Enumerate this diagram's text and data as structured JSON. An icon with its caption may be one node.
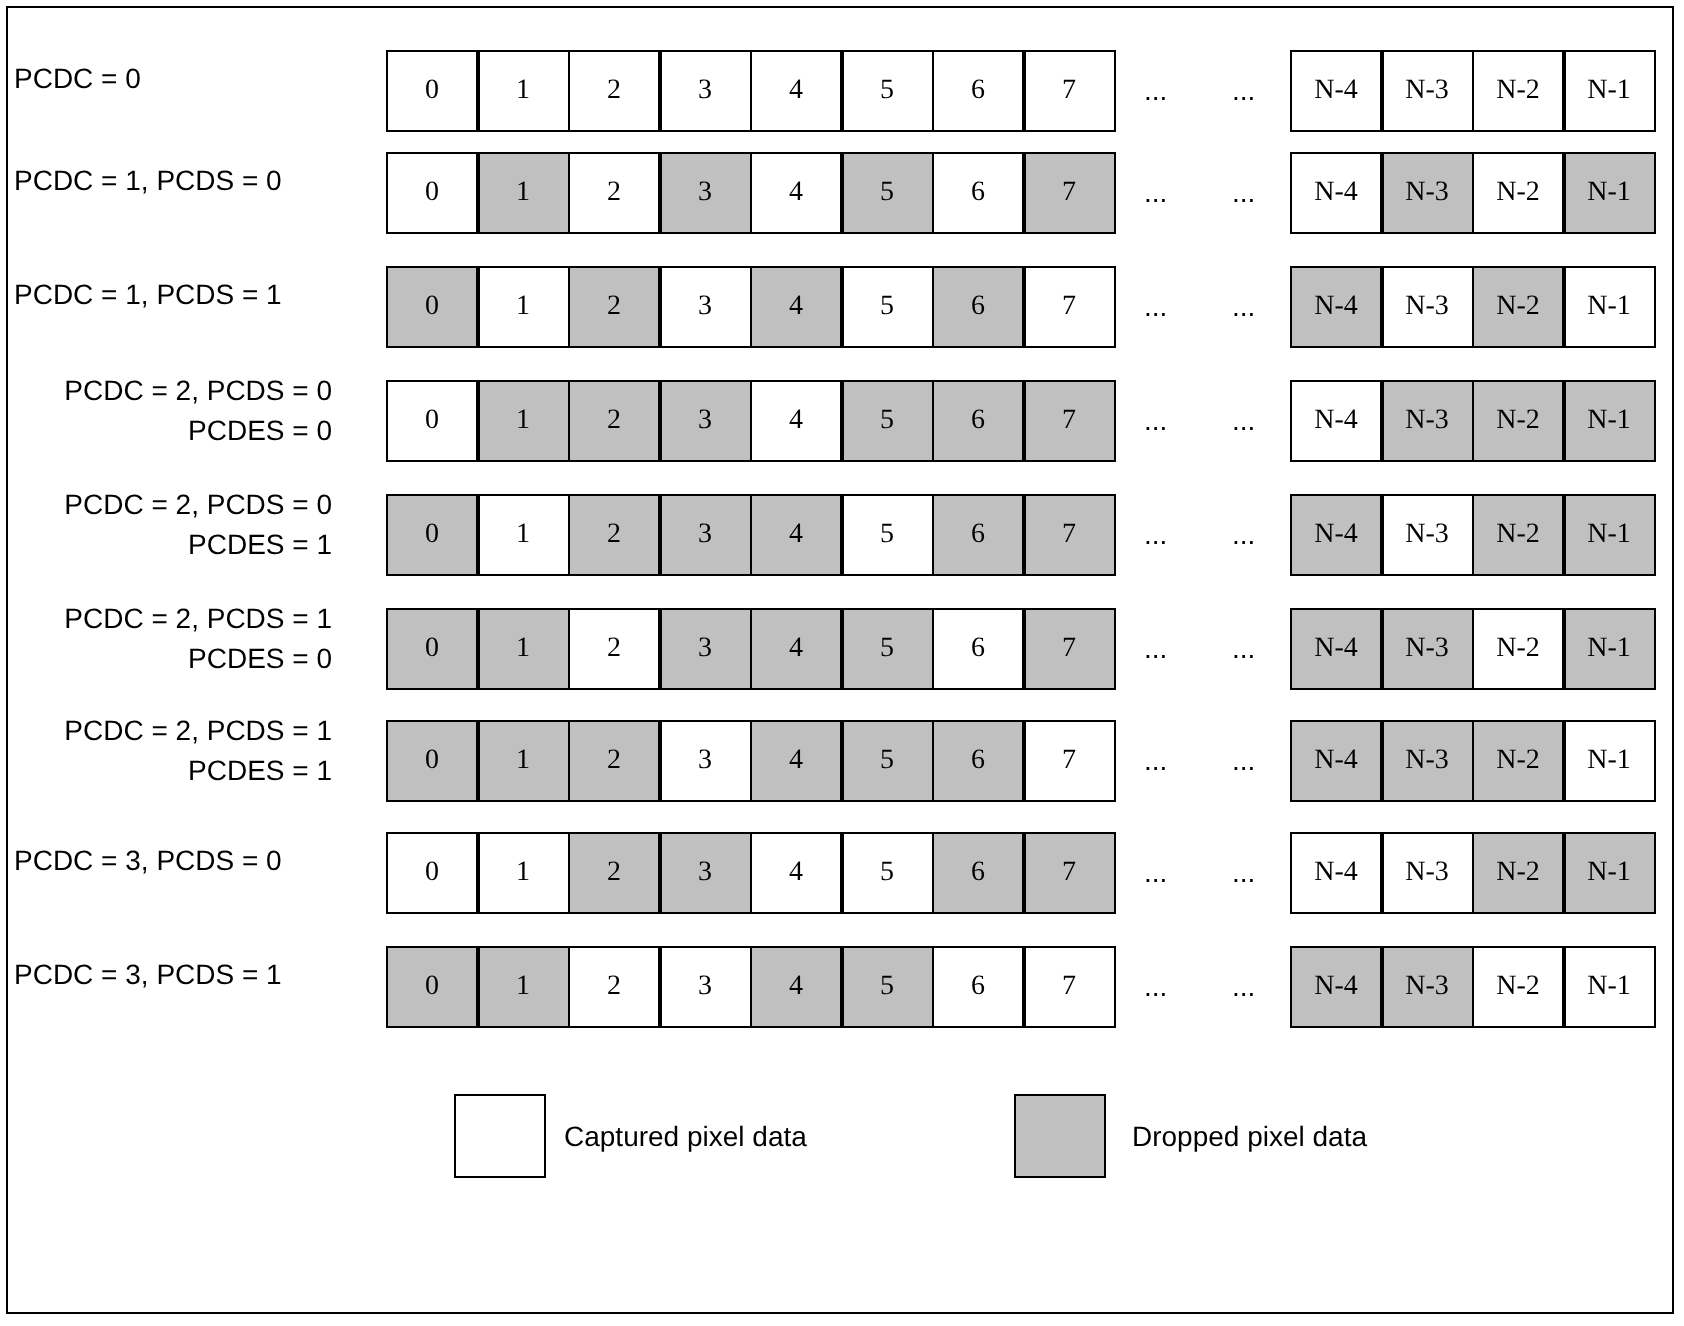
{
  "diagram": {
    "nodes": [
      {
        "text": [
          "0"
        ]
      },
      {
        "text": [
          "1"
        ]
      },
      {
        "text": [
          "2"
        ]
      },
      {
        "text": [
          "3"
        ]
      },
      {
        "text": [
          "4"
        ]
      },
      {
        "text": [
          "5"
        ]
      },
      {
        "text": [
          "6"
        ]
      },
      {
        "text": [
          "7"
        ]
      },
      {
        "text": [
          "N-4"
        ]
      },
      {
        "text": [
          "N-3"
        ]
      },
      {
        "text": [
          "N-2"
        ]
      },
      {
        "text": [
          "N-1"
        ]
      },
      {
        "text": [
          "0"
        ]
      },
      {
        "text": [
          "1"
        ]
      },
      {
        "text": [
          "2"
        ]
      },
      {
        "text": [
          "3"
        ]
      },
      {
        "text": [
          "4"
        ]
      },
      {
        "text": [
          "5"
        ]
      },
      {
        "text": [
          "6"
        ]
      },
      {
        "text": [
          "7"
        ]
      },
      {
        "text": [
          "N-4"
        ]
      },
      {
        "text": [
          "N-3"
        ]
      },
      {
        "text": [
          "N-2"
        ]
      },
      {
        "text": [
          "N-1"
        ]
      },
      {
        "text": [
          "0"
        ]
      },
      {
        "text": [
          "1"
        ]
      },
      {
        "text": [
          "2"
        ]
      },
      {
        "text": [
          "3"
        ]
      },
      {
        "text": [
          "4"
        ]
      },
      {
        "text": [
          "5"
        ]
      },
      {
        "text": [
          "6"
        ]
      },
      {
        "text": [
          "7"
        ]
      },
      {
        "text": [
          "N-4"
        ]
      },
      {
        "text": [
          "N-3"
        ]
      },
      {
        "text": [
          "N-2"
        ]
      },
      {
        "text": [
          "N-1"
        ]
      },
      {
        "text": [
          "0"
        ]
      },
      {
        "text": [
          "1"
        ]
      },
      {
        "text": [
          "2"
        ]
      },
      {
        "text": [
          "3"
        ]
      },
      {
        "text": [
          "4"
        ]
      },
      {
        "text": [
          "5"
        ]
      },
      {
        "text": [
          "6"
        ]
      },
      {
        "text": [
          "7"
        ]
      },
      {
        "text": [
          "N-4"
        ]
      },
      {
        "text": [
          "N-3"
        ]
      },
      {
        "text": [
          "N-2"
        ]
      },
      {
        "text": [
          "N-1"
        ]
      },
      {
        "text": [
          "0"
        ]
      },
      {
        "text": [
          "1"
        ]
      },
      {
        "text": [
          "2"
        ]
      },
      {
        "text": [
          "3"
        ]
      },
      {
        "text": [
          "4"
        ]
      },
      {
        "text": [
          "5"
        ]
      },
      {
        "text": [
          "6"
        ]
      },
      {
        "text": [
          "7"
        ]
      },
      {
        "text": [
          "N-4"
        ]
      },
      {
        "text": [
          "N-3"
        ]
      },
      {
        "text": [
          "N-2"
        ]
      },
      {
        "text": [
          "N-1"
        ]
      },
      {
        "text": [
          "0"
        ]
      },
      {
        "text": [
          "1"
        ]
      },
      {
        "text": [
          "2"
        ]
      },
      {
        "text": [
          "3"
        ]
      },
      {
        "text": [
          "4"
        ]
      },
      {
        "text": [
          "5"
        ]
      },
      {
        "text": [
          "6"
        ]
      },
      {
        "text": [
          "7"
        ]
      },
      {
        "text": [
          "N-4"
        ]
      },
      {
        "text": [
          "N-3"
        ]
      },
      {
        "text": [
          "N-2"
        ]
      },
      {
        "text": [
          "N-1"
        ]
      },
      {
        "text": [
          "0"
        ]
      },
      {
        "text": [
          "1"
        ]
      },
      {
        "text": [
          "2"
        ]
      },
      {
        "text": [
          "3"
        ]
      },
      {
        "text": [
          "4"
        ]
      },
      {
        "text": [
          "5"
        ]
      },
      {
        "text": [
          "6"
        ]
      },
      {
        "text": [
          "7"
        ]
      },
      {
        "text": [
          "N-4"
        ]
      },
      {
        "text": [
          "N-3"
        ]
      },
      {
        "text": [
          "N-2"
        ]
      },
      {
        "text": [
          "N-1"
        ]
      },
      {
        "text": [
          "0"
        ]
      },
      {
        "text": [
          "1"
        ]
      },
      {
        "text": [
          "2"
        ]
      },
      {
        "text": [
          "3"
        ]
      },
      {
        "text": [
          "4"
        ]
      },
      {
        "text": [
          "5"
        ]
      },
      {
        "text": [
          "6"
        ]
      },
      {
        "text": [
          "7"
        ]
      },
      {
        "text": [
          "N-4"
        ]
      },
      {
        "text": [
          "N-3"
        ]
      },
      {
        "text": [
          "N-2"
        ]
      },
      {
        "text": [
          "N-1"
        ]
      },
      {
        "text": [
          "0"
        ]
      },
      {
        "text": [
          "1"
        ]
      },
      {
        "text": [
          "2"
        ]
      },
      {
        "text": [
          "3"
        ]
      },
      {
        "text": [
          "4"
        ]
      },
      {
        "text": [
          "5"
        ]
      },
      {
        "text": [
          "6"
        ]
      },
      {
        "text": [
          "7"
        ]
      },
      {
        "text": [
          "N-4"
        ]
      },
      {
        "text": [
          "N-3"
        ]
      },
      {
        "text": [
          "N-2"
        ]
      },
      {
        "text": [
          "N-1"
        ]
      }
    ],
    "labels": [
      "PCDC = 0",
      "...",
      "...",
      "PCDC = 1,  PCDS = 0",
      "...",
      "...",
      "PCDC = 1,  PCDS = 1",
      "...",
      "...",
      "PCDC = 2,  PCDS = 0",
      "PCDES = 0",
      "...",
      "...",
      "PCDC = 2,  PCDS = 0",
      "PCDES = 1",
      "...",
      "...",
      "PCDC = 2,  PCDS = 1",
      "PCDES = 0",
      "...",
      "...",
      "PCDC = 2,  PCDS = 1",
      "PCDES = 1",
      "...",
      "...",
      "PCDC = 3,  PCDS = 0",
      "...",
      "...",
      "PCDC = 3,  PCDS = 1",
      "...",
      "..."
    ],
    "legend": [
      {
        "text": "Captured pixel data",
        "color": "#ffffff"
      },
      {
        "text": "Dropped pixel data",
        "color": "#c0c0c0"
      }
    ]
  }
}
